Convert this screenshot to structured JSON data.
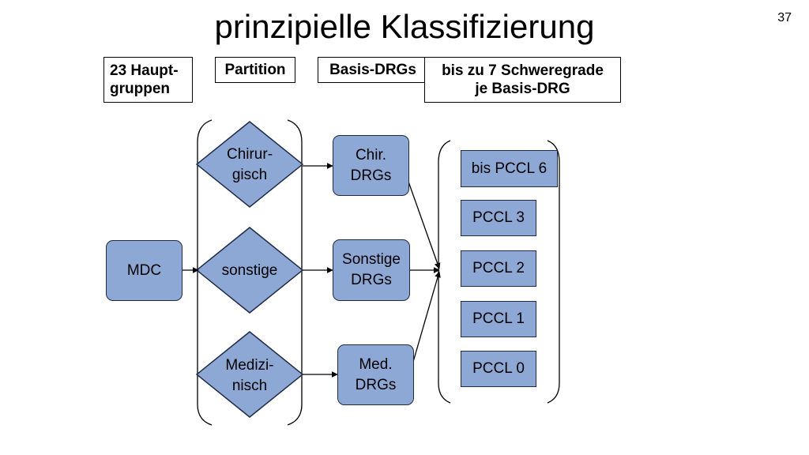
{
  "slide": {
    "title": "prinzipielle Klassifizierung",
    "number": "37"
  },
  "headers": {
    "hauptgruppen": "23 Haupt-\ngruppen",
    "partition": "Partition",
    "basis": "Basis-DRGs",
    "schweregrade": "bis zu 7 Schweregrade\nje Basis-DRG"
  },
  "nodes": {
    "mdc": "MDC",
    "chirurgisch": "Chirur-\ngisch",
    "sonstige": "sonstige",
    "medizinisch": "Medizi-\nnisch",
    "chir_drgs": "Chir.\nDRGs",
    "sonstige_drgs": "Sonstige\nDRGs",
    "med_drgs": "Med.\nDRGs",
    "pccl6": "bis PCCL 6",
    "pccl3": "PCCL 3",
    "pccl2": "PCCL 2",
    "pccl1": "PCCL 1",
    "pccl0": "PCCL 0"
  },
  "colors": {
    "node_fill": "#8ea8d6",
    "node_border": "#1f2a44",
    "line": "#000000"
  }
}
